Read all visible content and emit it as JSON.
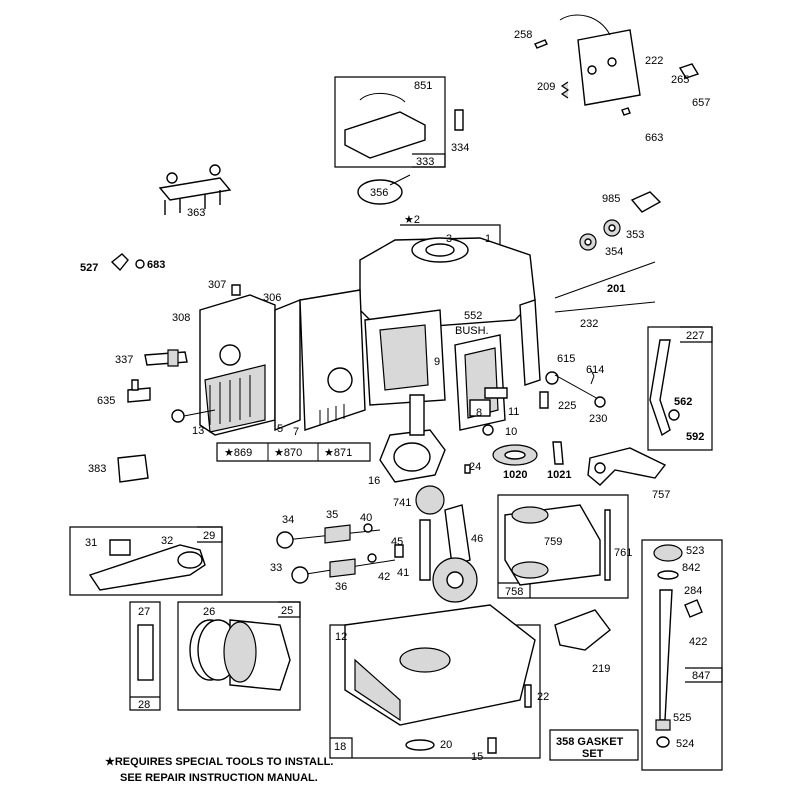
{
  "labels": {
    "l258": "258",
    "l222": "222",
    "l209": "209",
    "l265": "265",
    "l657": "657",
    "l663": "663",
    "l851": "851",
    "l333": "333",
    "l334": "334",
    "l356": "356",
    "l363": "363",
    "l985": "985",
    "l353": "353",
    "l354": "354",
    "l201": "201",
    "l232": "232",
    "l2": "★2",
    "l3": "3",
    "l1": "1",
    "l527": "527",
    "l683": "683",
    "l307": "307",
    "l306": "306",
    "l308": "308",
    "l552": "552",
    "lbush": "BUSH.",
    "l9": "9",
    "l615": "615",
    "l614": "614",
    "l225": "225",
    "l230": "230",
    "l11": "11",
    "l8": "8",
    "l10": "10",
    "l227": "227",
    "l562": "562",
    "l592": "592",
    "l337": "337",
    "l635": "635",
    "l13": "13",
    "l5": "5",
    "l7": "7",
    "l869": "★869",
    "l870": "★870",
    "l871": "★871",
    "l383": "383",
    "l16": "16",
    "l24": "24",
    "l1020": "1020",
    "l1021": "1021",
    "l757": "757",
    "l741": "741",
    "l34": "34",
    "l35": "35",
    "l40": "40",
    "l45": "45",
    "l46": "46",
    "l33": "33",
    "l36": "36",
    "l42": "42",
    "l41": "41",
    "l31": "31",
    "l32": "32",
    "l29": "29",
    "l759": "759",
    "l761": "761",
    "l758": "758",
    "l523": "523",
    "l842": "842",
    "l284": "284",
    "l422": "422",
    "l847": "847",
    "l525": "525",
    "l524": "524",
    "l27": "27",
    "l28": "28",
    "l26": "26",
    "l25": "25",
    "l12": "12",
    "l219": "219",
    "l22": "22",
    "l18": "18",
    "l20": "20",
    "l15": "15",
    "gasket1": "358 GASKET",
    "gasket2": "SET"
  },
  "footnote": {
    "line1": "★REQUIRES SPECIAL TOOLS TO INSTALL.",
    "line2": "SEE REPAIR INSTRUCTION MANUAL."
  }
}
